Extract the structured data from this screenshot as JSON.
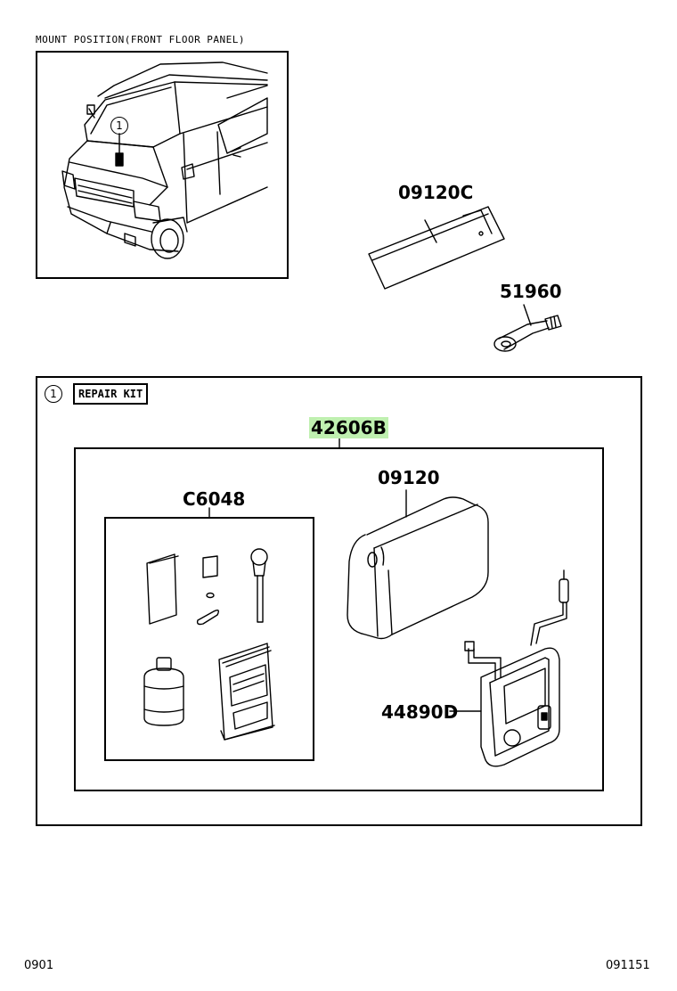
{
  "mount_position": {
    "label": "MOUNT POSITION(FRONT FLOOR PANEL)",
    "callout": "1"
  },
  "parts": {
    "p09120C": "09120C",
    "p51960": "51960",
    "p42606B": "42606B",
    "p09120": "09120",
    "pC6048": "C6048",
    "p44890D": "44890D"
  },
  "repair_kit": {
    "circle": "1",
    "label": "REPAIR KIT"
  },
  "footer": {
    "left": "0901",
    "right": "091151"
  },
  "colors": {
    "highlight": "#bff0b0",
    "line": "#000000"
  }
}
